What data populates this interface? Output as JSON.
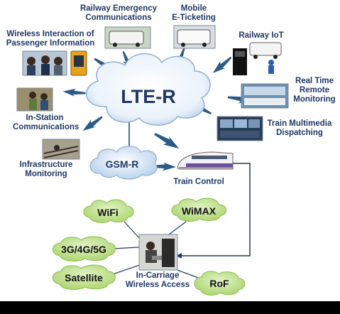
{
  "center": {
    "label": "LTE-R"
  },
  "gsmr": {
    "label": "GSM-R"
  },
  "labels": {
    "railway_emergency": [
      "Railway Emergency",
      "Communications"
    ],
    "mobile_eticketing": [
      "Mobile",
      "E-Ticketing"
    ],
    "wireless_interaction": [
      "Wireless Interaction of",
      "Passenger Information"
    ],
    "railway_iot": [
      "Railway IoT"
    ],
    "real_time_monitoring": [
      "Real Time",
      "Remote",
      "Monitoring"
    ],
    "in_station": [
      "In-Station",
      "Communications"
    ],
    "train_multimedia": [
      "Train Multimedia",
      "Dispatching"
    ],
    "infrastructure": [
      "Infrastructure",
      "Monitoring"
    ],
    "train_control": [
      "Train Control"
    ],
    "in_carriage": [
      "In-Carriage",
      "Wireless Access"
    ]
  },
  "access_clouds": {
    "wifi": "WiFi",
    "wimax": "WiMAX",
    "cellular": "3G/4G/5G",
    "satellite": "Satellite",
    "rof": "RoF"
  },
  "colors": {
    "lightning": "#2a5a86",
    "label_text": "#1f3864",
    "lte_cloud_fill": "#e9f1fa",
    "gsmr_cloud_fill": "#d7e6f5",
    "access_cloud_fill": "#bfe08e",
    "line": "#1f3c64"
  }
}
